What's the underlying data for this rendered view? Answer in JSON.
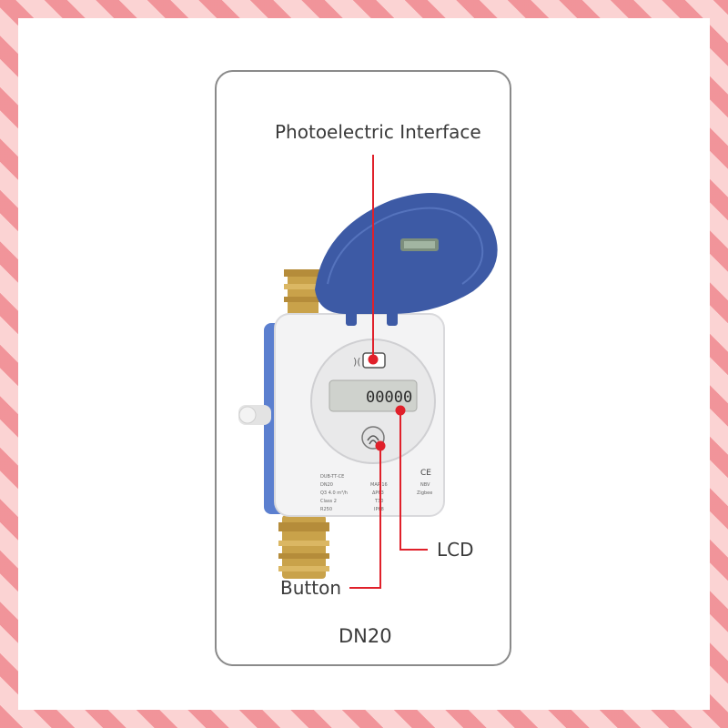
{
  "labels": {
    "photoelectric_interface": "Photoelectric Interface",
    "lcd": "LCD",
    "button": "Button",
    "model": "DN20"
  },
  "device": {
    "lcd_reading": "00000",
    "nameplate_left": [
      "DUB-TT-CE",
      "DN20",
      "Q3 4.0 m³/h",
      "Class 2",
      "R250"
    ],
    "nameplate_mid": [
      "MAP 16",
      "ΔP63",
      "T30",
      "IP68"
    ],
    "nameplate_right": [
      "NBV",
      "Zigbee"
    ]
  },
  "colors": {
    "callout_red": "#e0202a",
    "lid_blue": "#3d5aa5",
    "brass": "#c9a24a",
    "frame_gray": "#8a8a8a"
  }
}
